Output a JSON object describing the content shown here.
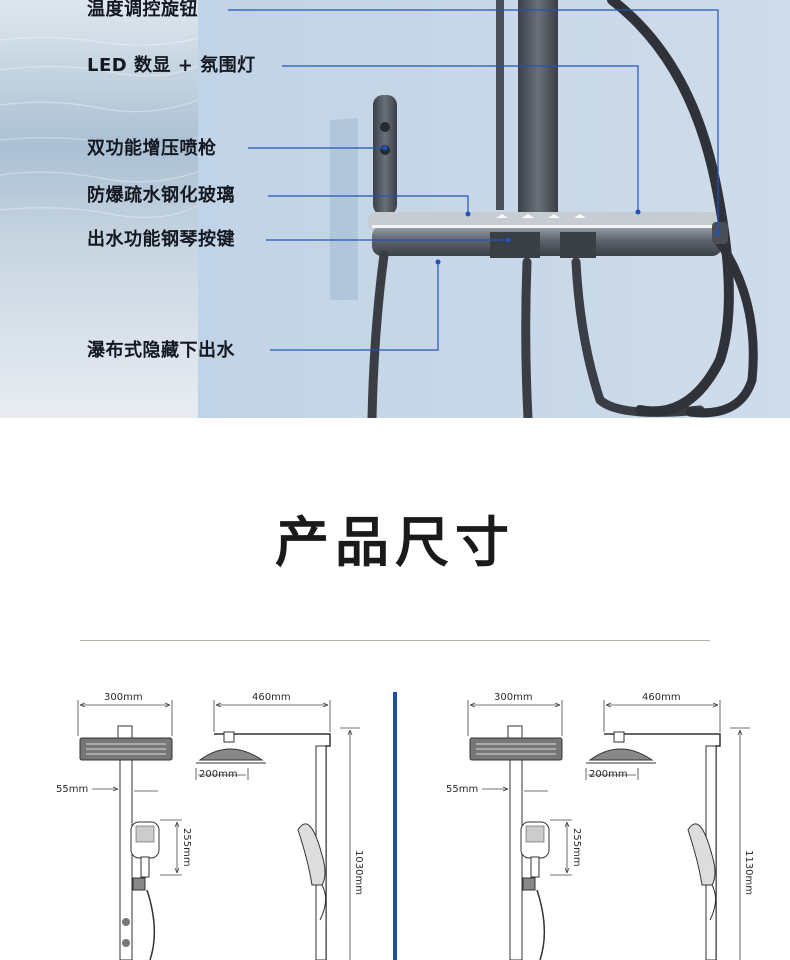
{
  "features": {
    "temp_knob": "温度调控旋钮",
    "led_display": "LED 数显 + 氛围灯",
    "dual_spray": "双功能增压喷枪",
    "glass": "防爆疏水钢化玻璃",
    "keys": "出水功能钢琴按键",
    "waterfall": "瀑布式隐藏下出水"
  },
  "section": {
    "title": "产品尺寸"
  },
  "left_diagram": {
    "head_width": "300mm",
    "arm_length": "460mm",
    "top_head": "200mm",
    "pipe_offset": "55mm",
    "handheld_len": "255mm",
    "height": "1030mm"
  },
  "right_diagram": {
    "head_width": "300mm",
    "arm_length": "460mm",
    "top_head": "200mm",
    "pipe_offset": "55mm",
    "handheld_len": "255mm",
    "height": "1130mm"
  },
  "colors": {
    "accent_blue": "#1e4fa6",
    "callout_line": "#2353b8",
    "product_gray": "#4a4f57"
  }
}
